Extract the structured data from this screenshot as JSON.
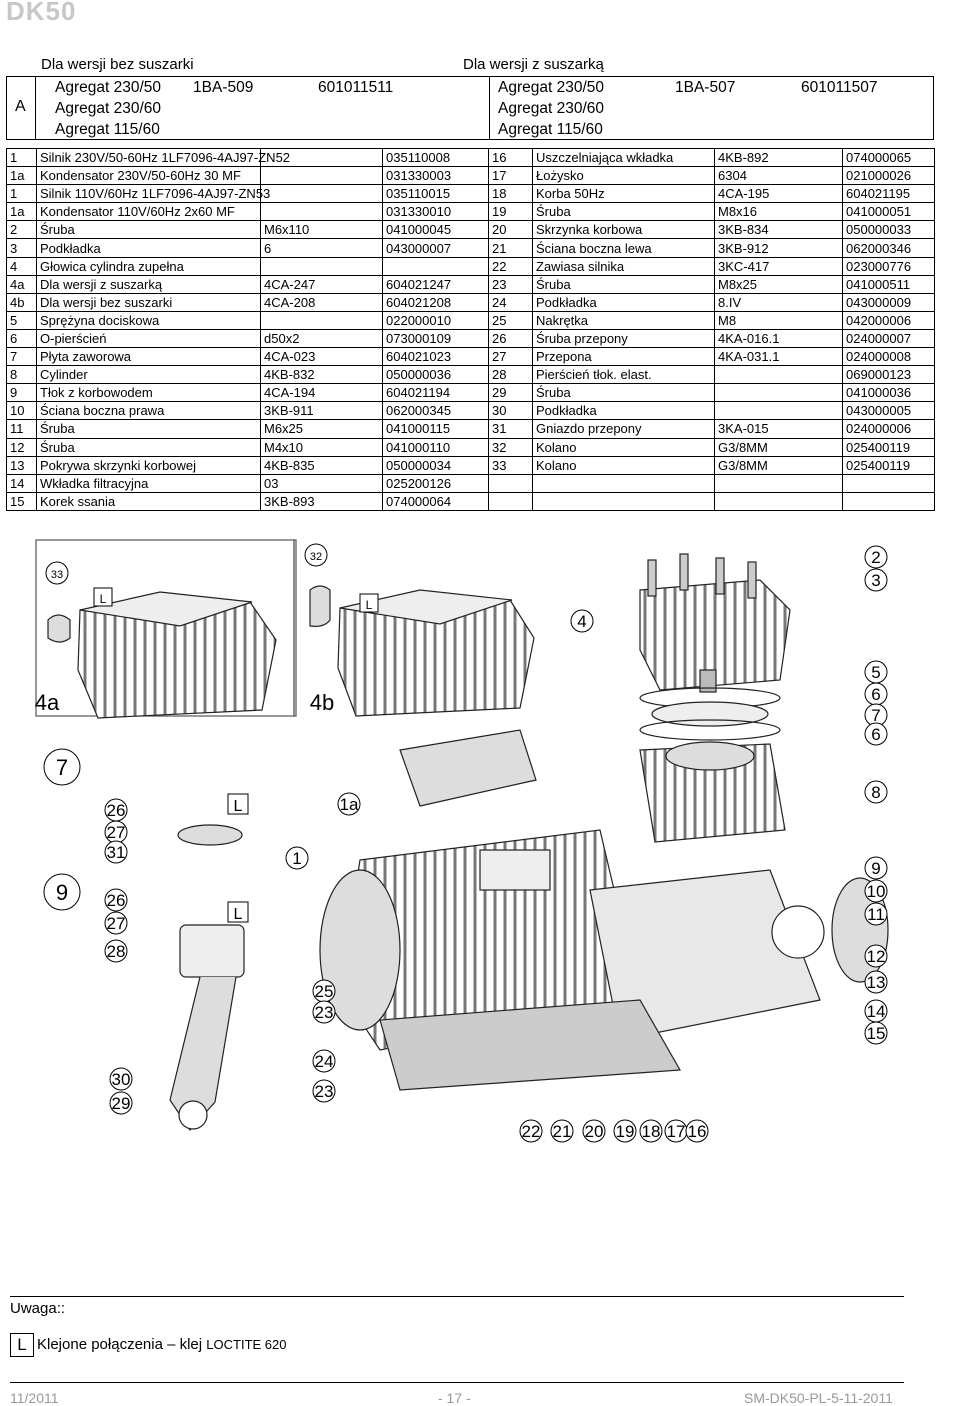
{
  "doc_title": "DK50",
  "variant_left": "Dla wersji bez suszarki",
  "variant_right": "Dla wersji z suszarką",
  "header": {
    "a_label": "A",
    "left": [
      {
        "name": "Agregat  230/50",
        "code": "1BA-509",
        "number": "601011511"
      },
      {
        "name": "Agregat  230/60",
        "code": "",
        "number": ""
      },
      {
        "name": "Agregat  115/60",
        "code": "",
        "number": ""
      }
    ],
    "right": [
      {
        "name": "Agregat  230/50",
        "code": "1BA-507",
        "number": "601011507"
      },
      {
        "name": "Agregat  230/60",
        "code": "",
        "number": ""
      },
      {
        "name": "Agregat  115/60",
        "code": "",
        "number": ""
      }
    ]
  },
  "parts_rows": [
    {
      "l_no": "1",
      "l_name": "Silnik 230V/50-60Hz  1LF7096-4AJ97-ZN52",
      "l_type": "",
      "l_num": "035110008",
      "r_no": "16",
      "r_name": "Uszczelniająca wkładka",
      "r_type": "4KB-892",
      "r_num": "074000065"
    },
    {
      "l_no": "1a",
      "l_name": "Kondensator 230V/50-60Hz     30 MF",
      "l_type": "",
      "l_num": "031330003",
      "r_no": "17",
      "r_name": "           Łożysko",
      "r_type": "6304",
      "r_num": "021000026"
    },
    {
      "l_no": "1",
      "l_name": "Silnik 110V/60Hz    1LF7096-4AJ97-ZN53",
      "l_type": "",
      "l_num": "035110015",
      "r_no": "18",
      "r_name": "Korba 50Hz",
      "r_type": "4CA-195",
      "r_num": "604021195"
    },
    {
      "l_no": "1a",
      "l_name": "Kondensator 110V/60Hz          2x60 MF",
      "l_type": "",
      "l_num": "031330010",
      "r_no": "19",
      "r_name": "Śruba",
      "r_type": "M8x16",
      "r_num": "041000051"
    },
    {
      "l_no": "2",
      "l_name": "Śruba",
      "l_type": "M6x110",
      "l_num": "041000045",
      "r_no": "20",
      "r_name": "Skrzynka korbowa",
      "r_type": "3KB-834",
      "r_num": "050000033"
    },
    {
      "l_no": "3",
      "l_name": "Podkładka",
      "l_type": "6",
      "l_num": "043000007",
      "r_no": "21",
      "r_name": "Ściana boczna lewa",
      "r_type": "3KB-912",
      "r_num": "062000346"
    },
    {
      "l_no": "4",
      "l_name": "Głowica cylindra zupełna",
      "l_type": "",
      "l_num": "",
      "r_no": "22",
      "r_name": "Zawiasa  silnika",
      "r_type": "3KC-417",
      "r_num": "023000776"
    },
    {
      "l_no": "4a",
      "l_name": " Dla wersji z suszarką",
      "l_type": "4CA-247",
      "l_num": "604021247",
      "r_no": "23",
      "r_name": "Śruba",
      "r_type": "M8x25",
      "r_num": "041000511"
    },
    {
      "l_no": "4b",
      "l_name": " Dla wersji bez suszarki",
      "l_type": "4CA-208",
      "l_num": "604021208",
      "r_no": "24",
      "r_name": "Podkładka",
      "r_type": "8.IV",
      "r_num": "043000009"
    },
    {
      "l_no": "5",
      "l_name": "Sprężyna dociskowa",
      "l_type": "",
      "l_num": "022000010",
      "r_no": "25",
      "r_name": "Nakrętka",
      "r_type": "M8",
      "r_num": "042000006"
    },
    {
      "l_no": "6",
      "l_name": "O-pierścień",
      "l_type": "d50x2",
      "l_num": "073000109",
      "r_no": "26",
      "r_name": "Śruba przepony",
      "r_type": "4KA-016.1",
      "r_num": "024000007"
    },
    {
      "l_no": "7",
      "l_name": "Płyta zaworowa",
      "l_type": "4CA-023",
      "l_num": "604021023",
      "r_no": "27",
      "r_name": "Przepona",
      "r_type": "4KA-031.1",
      "r_num": "024000008"
    },
    {
      "l_no": "8",
      "l_name": "Cylinder",
      "l_type": "4KB-832",
      "l_num": "050000036",
      "r_no": "28",
      "r_name": "Pierścień tłok. elast.",
      "r_type": "",
      "r_num": "069000123"
    },
    {
      "l_no": "9",
      "l_name": "Tłok z korbowodem",
      "l_type": "4CA-194",
      "l_num": "604021194",
      "r_no": "29",
      "r_name": "Śruba",
      "r_type": "",
      "r_num": "041000036"
    },
    {
      "l_no": "10",
      "l_name": "Ściana boczna prawa",
      "l_type": "3KB-911",
      "l_num": "062000345",
      "r_no": "30",
      "r_name": "Podkładka",
      "r_type": "",
      "r_num": "043000005"
    },
    {
      "l_no": "11",
      "l_name": "Śruba",
      "l_type": "M6x25",
      "l_num": "041000115",
      "r_no": "31",
      "r_name": "Gniazdo przepony",
      "r_type": "3KA-015",
      "r_num": "024000006"
    },
    {
      "l_no": "12",
      "l_name": "Śruba",
      "l_type": "M4x10",
      "l_num": "041000110",
      "r_no": "32",
      "r_name": "Kolano",
      "r_type": "G3/8MM",
      "r_num": "025400119"
    },
    {
      "l_no": "13",
      "l_name": "Pokrywa skrzynki korbowej",
      "l_type": "4KB-835",
      "l_num": "050000034",
      "r_no": "33",
      "r_name": "Kolano",
      "r_type": "G3/8MM",
      "r_num": "025400119"
    },
    {
      "l_no": "14",
      "l_name": "Wkładka filtracyjna",
      "l_type": "03",
      "l_num": "025200126",
      "r_no": "",
      "r_name": "",
      "r_type": "",
      "r_num": ""
    },
    {
      "l_no": "15",
      "l_name": "Korek ssania",
      "l_type": "3KB-893",
      "l_num": "074000064",
      "r_no": "",
      "r_name": "",
      "r_type": "",
      "r_num": ""
    }
  ],
  "drawing": {
    "callouts_circled": [
      "33",
      "32",
      "2",
      "3",
      "4",
      "5",
      "6",
      "7",
      "6",
      "8",
      "26",
      "27",
      "31",
      "26",
      "27",
      "28",
      "1a",
      "1",
      "9",
      "10",
      "11",
      "12",
      "13",
      "14",
      "15",
      "25",
      "23",
      "24",
      "23",
      "30",
      "29",
      "22",
      "21",
      "20",
      "19",
      "18",
      "17",
      "16"
    ],
    "big_labels": [
      "4a",
      "4b",
      "7",
      "9"
    ],
    "l_marks": [
      "L",
      "L",
      "L",
      "L"
    ]
  },
  "note": {
    "title": "Uwaga::",
    "l_symbol": "L",
    "text_prefix": "Klejone połączenia – klej ",
    "text_brand": "LOCTITE 620"
  },
  "footer": {
    "date": "11/2011",
    "page": "- 17 -",
    "doc_code": "SM-DK50-PL-5-11-2011"
  }
}
